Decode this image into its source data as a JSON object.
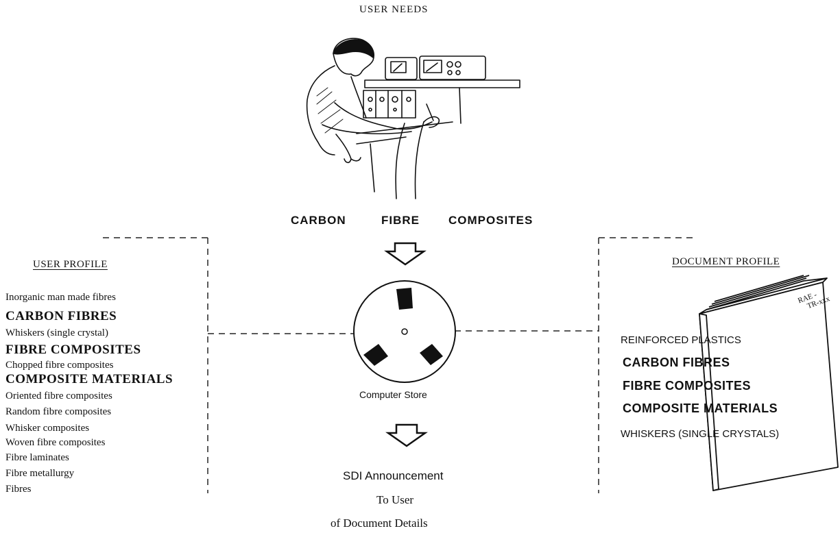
{
  "header": {
    "title": "USER NEEDS"
  },
  "query": {
    "words": [
      "CARBON",
      "FIBRE",
      "COMPOSITES"
    ]
  },
  "user_profile": {
    "title": "USER PROFILE",
    "terms": [
      "Inorganic man made fibres",
      "CARBON FIBRES",
      "Whiskers (single crystal)",
      "FIBRE COMPOSITES",
      "Chopped fibre composites",
      "COMPOSITE MATERIALS",
      "Oriented fibre composites",
      "Random fibre composites",
      "Whisker composites",
      "Woven fibre composites",
      "Fibre laminates",
      "Fibre metallurgy",
      "Fibres"
    ]
  },
  "center": {
    "store_label": "Computer Store",
    "announcement": [
      "SDI Announcement",
      "To User",
      "of Document Details"
    ]
  },
  "document_profile": {
    "title": "DOCUMENT PROFILE",
    "cover_label": [
      "RAE -",
      "TR-xxx"
    ],
    "terms": [
      "REINFORCED PLASTICS",
      "CARBON FIBRES",
      "FIBRE COMPOSITES",
      "COMPOSITE MATERIALS",
      "WHISKERS (SINGLE CRYSTALS)"
    ]
  }
}
